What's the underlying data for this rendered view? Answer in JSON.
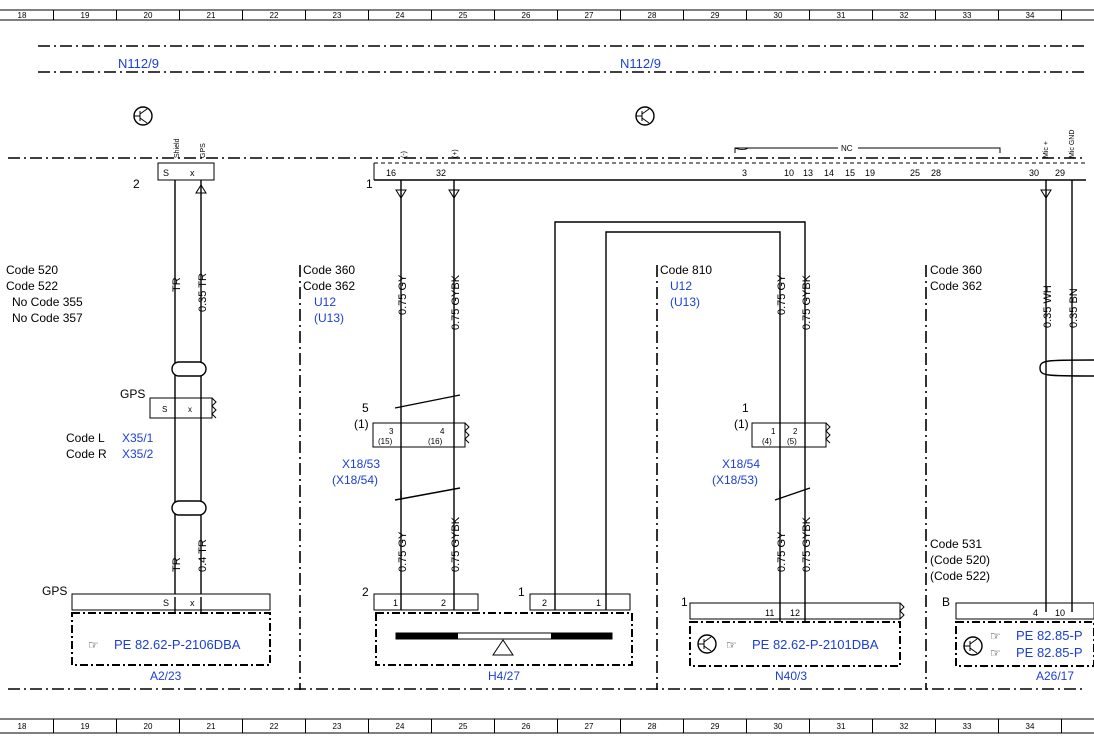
{
  "grid_columns": [
    "18",
    "19",
    "20",
    "21",
    "22",
    "23",
    "24",
    "25",
    "26",
    "27",
    "28",
    "29",
    "30",
    "31",
    "32",
    "33",
    "34"
  ],
  "module": {
    "left_name": "N112/9",
    "right_name": "N112/9"
  },
  "connector_main": {
    "left_num": "2",
    "right_num": "1",
    "pins_left": [
      "S",
      "x"
    ],
    "pin_labels_top": [
      "Shield",
      "GPS",
      "(-)",
      "(+)",
      "Mic +",
      "Mic GND"
    ],
    "pins_right": [
      "16",
      "32",
      "3",
      "10",
      "13",
      "14",
      "15",
      "19",
      "25",
      "28",
      "30",
      "29"
    ],
    "nc_label": "NC"
  },
  "sections": [
    {
      "lines": [
        "Code 520",
        "Code 522",
        "No Code 355",
        "No Code 357"
      ]
    },
    {
      "lines": [
        "Code 360",
        "Code 362"
      ],
      "blue": [
        "U12",
        "(U13)"
      ]
    },
    {
      "lines": [
        "Code 810"
      ],
      "blue": [
        "U12",
        "(U13)"
      ]
    },
    {
      "lines": [
        "Code 360",
        "Code 362"
      ]
    }
  ],
  "wires": {
    "w1": "TR",
    "w2": "0.35 TR",
    "w3": "0.75 GY",
    "w4": "0.75 GYBK",
    "w5": "0.75 GY",
    "w6": "0.75 GYBK",
    "w7": "0.35 WH",
    "w8": "0.35 BN",
    "w9": "TR",
    "w10": "0.4 TR",
    "w11": "0.75 GY",
    "w12": "0.75 GYBK",
    "w13": "0.75 GY",
    "w14": "0.75 GYBK"
  },
  "gps_inline": {
    "label": "GPS",
    "pins": [
      "S",
      "x"
    ],
    "code_l": "Code L",
    "code_l_ref": "X35/1",
    "code_r": "Code R",
    "code_r_ref": "X35/2"
  },
  "x18_53": {
    "num": "5",
    "sub": "(1)",
    "pin1": "3",
    "pin1b": "(15)",
    "pin2": "4",
    "pin2b": "(16)",
    "ref": "X18/53",
    "ref2": "(X18/54)"
  },
  "x18_54": {
    "num": "1",
    "sub": "(1)",
    "pin1": "1",
    "pin1b": "(4)",
    "pin2": "2",
    "pin2b": "(5)",
    "ref": "X18/54",
    "ref2": "(X18/53)"
  },
  "code531": [
    "Code 531",
    "(Code 520)",
    "(Code 522)"
  ],
  "components": [
    {
      "name": "A2/23",
      "conn_label": "GPS",
      "pins": [
        "S",
        "x"
      ],
      "ref": "PE 82.62-P-2106DBA"
    },
    {
      "name": "H4/27",
      "conn_left": "2",
      "conn_right": "1",
      "pins": [
        "1",
        "2",
        "2",
        "1"
      ]
    },
    {
      "name": "N40/3",
      "conn": "1",
      "pins": [
        "11",
        "12"
      ],
      "ref": "PE 82.62-P-2101DBA"
    },
    {
      "name": "A26/17",
      "conn": "B",
      "pins": [
        "4",
        "10"
      ],
      "ref1": "PE 82.85-P",
      "ref2": "PE 82.85-P"
    }
  ],
  "colors": {
    "link": "#1a3fd6",
    "line": "#000000"
  }
}
